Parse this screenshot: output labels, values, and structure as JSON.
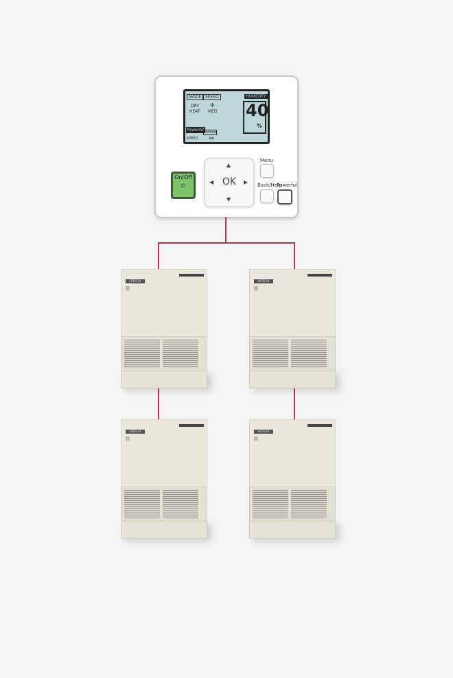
{
  "controller": {
    "screen": {
      "mode": "MODE",
      "speed": "SPEED",
      "humidity_label": "HUMIDITY",
      "mode_values": [
        "DRY",
        "HEAT"
      ],
      "speed_value": "MED",
      "humidity_value": "40",
      "humidity_unit": "%",
      "powerful": "Powerful",
      "defrost": "Defrost",
      "footer_left": "SPEED",
      "footer_right": "Adj"
    },
    "onoff_label": "On/Off",
    "ok_label": "OK",
    "menu_label": "Menu",
    "back_help_label": "Back/Help",
    "powerful_label": "Powerful"
  },
  "units": [
    {
      "brand": "HITACHI"
    },
    {
      "brand": "HITACHI"
    },
    {
      "brand": "HITACHI"
    },
    {
      "brand": "HITACHI"
    }
  ],
  "colors": {
    "wire": "#b0384a",
    "onoff": "#7fc36a",
    "lcd": "#bcd7da"
  }
}
